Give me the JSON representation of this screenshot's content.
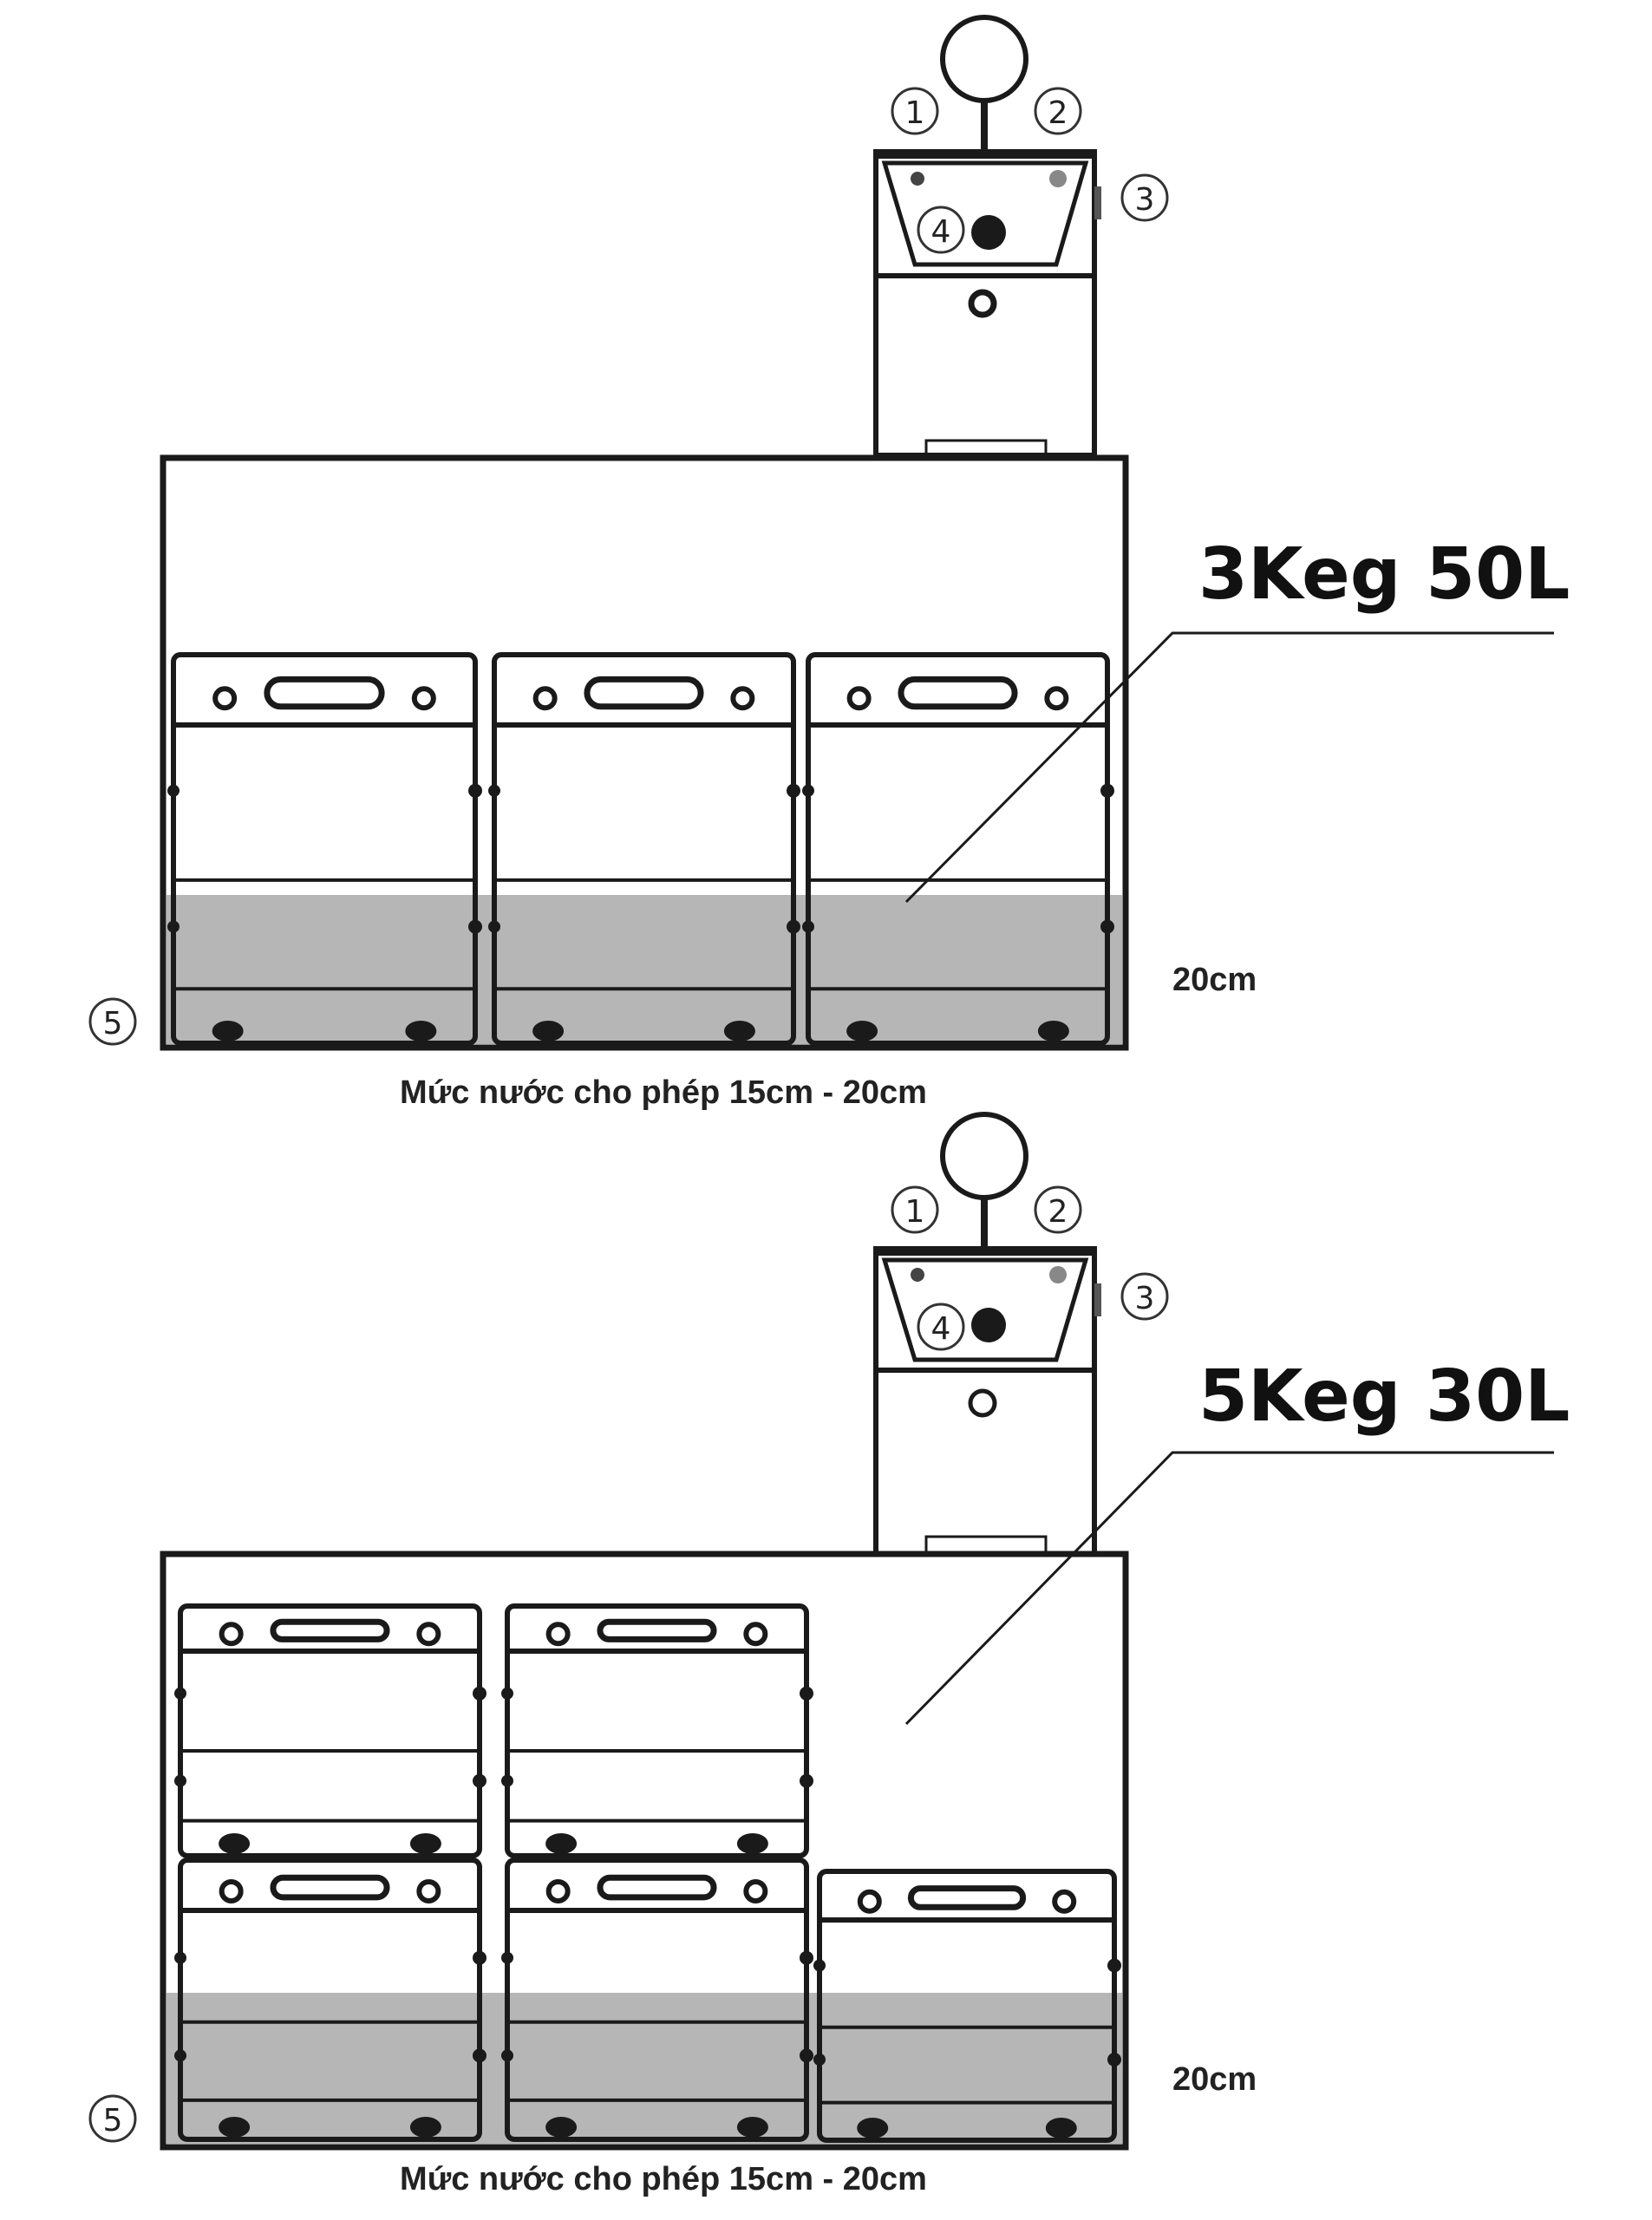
{
  "panels": [
    {
      "id": "top",
      "title": "3Keg 50L",
      "depth_label": "20cm",
      "caption": "Mức nước cho phép 15cm - 20cm",
      "markers": [
        "1",
        "2",
        "3",
        "4",
        "5"
      ]
    },
    {
      "id": "bottom",
      "title": "5Keg 30L",
      "depth_label": "20cm",
      "caption": "Mức nước cho phép 15cm - 20cm",
      "markers": [
        "1",
        "2",
        "3",
        "4",
        "5"
      ]
    }
  ],
  "colors": {
    "line": "#1a1a1a",
    "water": "#a9a9a9",
    "background": "#ffffff"
  }
}
